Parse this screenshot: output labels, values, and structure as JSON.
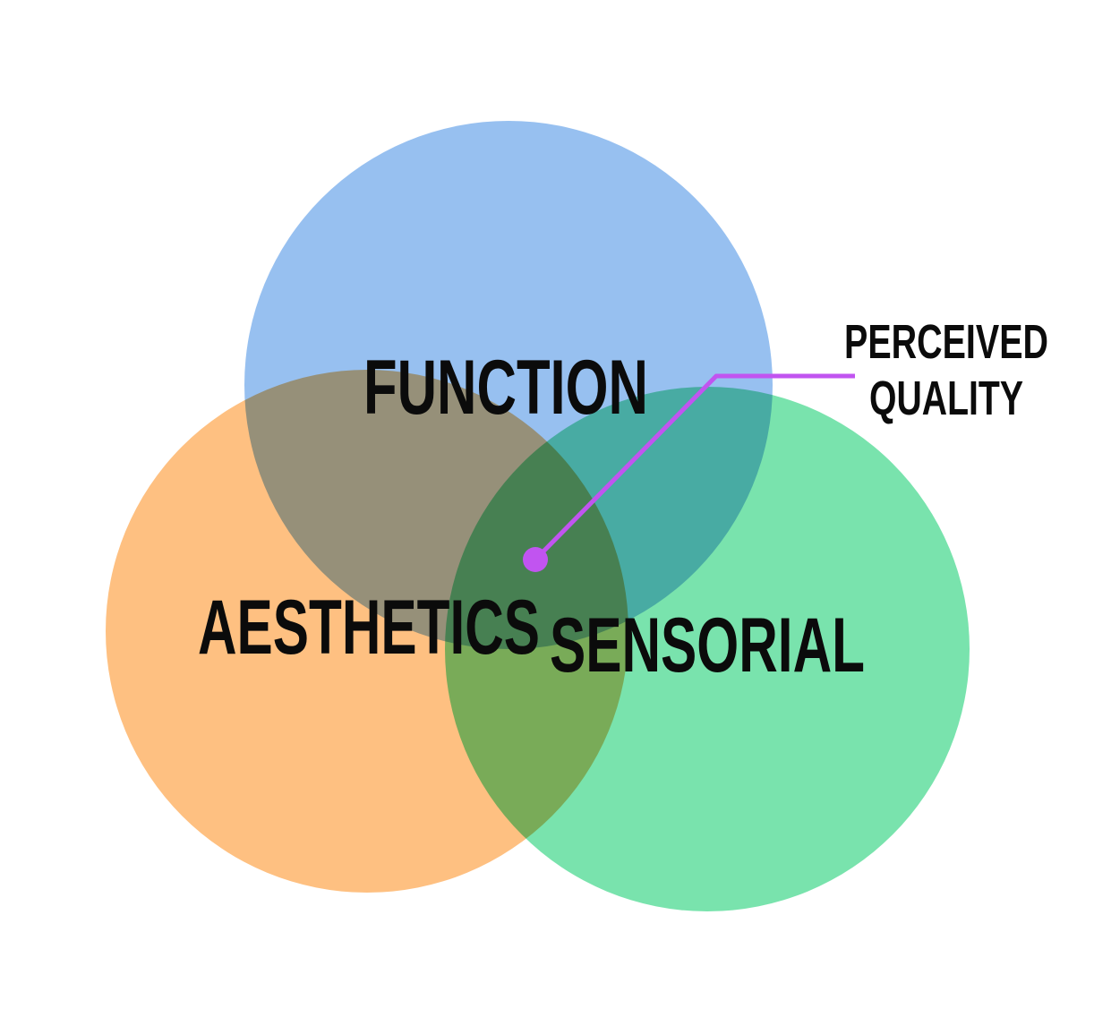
{
  "diagram": {
    "circles": [
      {
        "id": "function",
        "label": "FUNCTION",
        "color": "#6fa8ea"
      },
      {
        "id": "aesthetics",
        "label": "AESTHETICS",
        "color": "#fea850"
      },
      {
        "id": "sensorial",
        "label": "SENSORIAL",
        "color": "#45d98d"
      }
    ],
    "callout": {
      "line1": "PERCEIVED",
      "line2": "QUALITY",
      "color": "#c154f0"
    }
  }
}
